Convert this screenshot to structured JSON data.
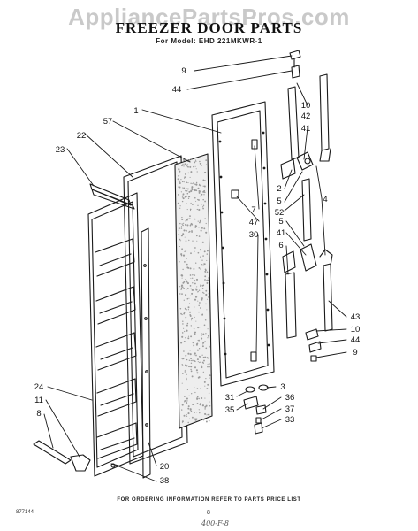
{
  "watermark": "AppliancePartsPros.com",
  "header": {
    "title": "FREEZER DOOR PARTS",
    "model": "For Model: EHD 221MKWR-1"
  },
  "callouts": [
    "9",
    "44",
    "1",
    "57",
    "22",
    "23",
    "10",
    "42",
    "41",
    "2",
    "5",
    "52",
    "4",
    "7",
    "47",
    "30",
    "5",
    "41",
    "6",
    "43",
    "10",
    "44",
    "9",
    "24",
    "11",
    "8",
    "31",
    "35",
    "3",
    "36",
    "37",
    "33",
    "20",
    "38"
  ],
  "footer": {
    "note": "FOR ORDERING INFORMATION REFER TO PARTS PRICE LIST",
    "doc_number": "877144",
    "page_number": "8",
    "handwritten": "400-F-8"
  }
}
